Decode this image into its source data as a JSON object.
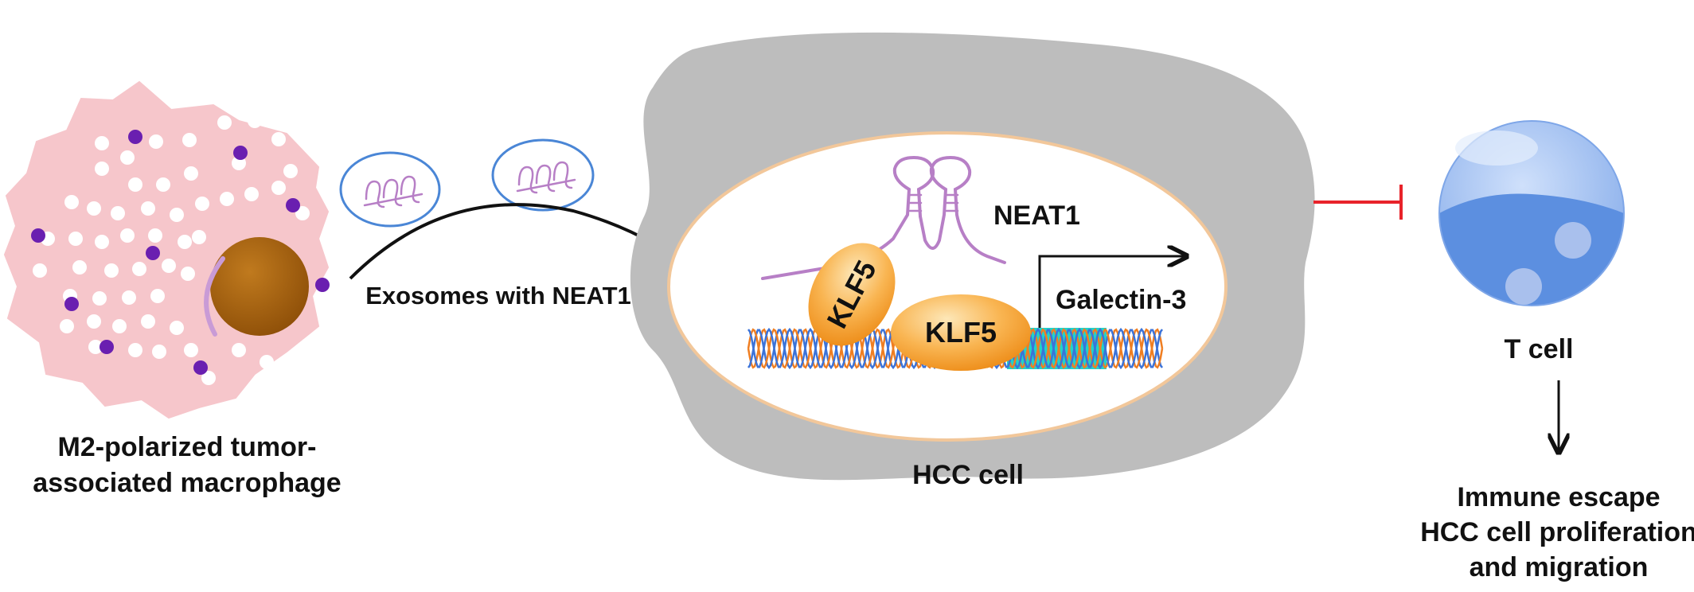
{
  "macrophage": {
    "label_line1": "M2-polarized tumor-",
    "label_line2": "associated macrophage"
  },
  "exosome_arrow": {
    "label": "Exosomes with NEAT1"
  },
  "hcc": {
    "cell_label": "HCC cell",
    "neat1_label": "NEAT1",
    "klf5_label": "KLF5",
    "gene_label": "Galectin-3"
  },
  "tcell": {
    "label": "T cell"
  },
  "outcome": {
    "line1": "Immune escape",
    "line2": "HCC cell proliferation",
    "line3": "and migration"
  },
  "colors": {
    "macrophage_body": "#f6c6cb",
    "vesicle_white": "#ffffff",
    "vesicle_purple": "#6a1fb0",
    "nucleus": "#a8620e",
    "hcc_cytoplasm": "#bdbdbd",
    "hcc_nucleus_rim": "#f2c79a",
    "klf5_fill": "#f7a53a",
    "rna_purple": "#b77fc6",
    "exosome_outline": "#4a86d6",
    "dna_orange": "#ef7e22",
    "dna_blue": "#3c73d8",
    "promoter_teal": "#22d3c9",
    "inhibition_red": "#e8232a",
    "tcell_blue": "#6f9fe6"
  }
}
